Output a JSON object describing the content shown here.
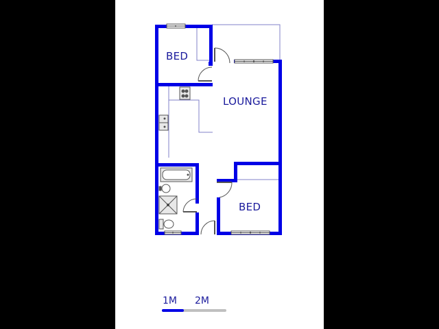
{
  "floorplan": {
    "rooms": [
      {
        "id": "bed-1",
        "label": "BED"
      },
      {
        "id": "lounge",
        "label": "LOUNGE"
      },
      {
        "id": "bed-2",
        "label": "BED"
      }
    ],
    "fixtures": [
      "stove",
      "kitchen-sink",
      "bathtub",
      "basin",
      "shower",
      "toilet"
    ],
    "colors": {
      "wall": "#0000e6",
      "label": "#1a1a9c",
      "outline": "#8080c8",
      "fixture": "#555555"
    }
  },
  "scale_bar": {
    "label_1": "1M",
    "label_2": "2M",
    "filled_color": "#0000e6",
    "empty_color": "#c0c0c0"
  }
}
